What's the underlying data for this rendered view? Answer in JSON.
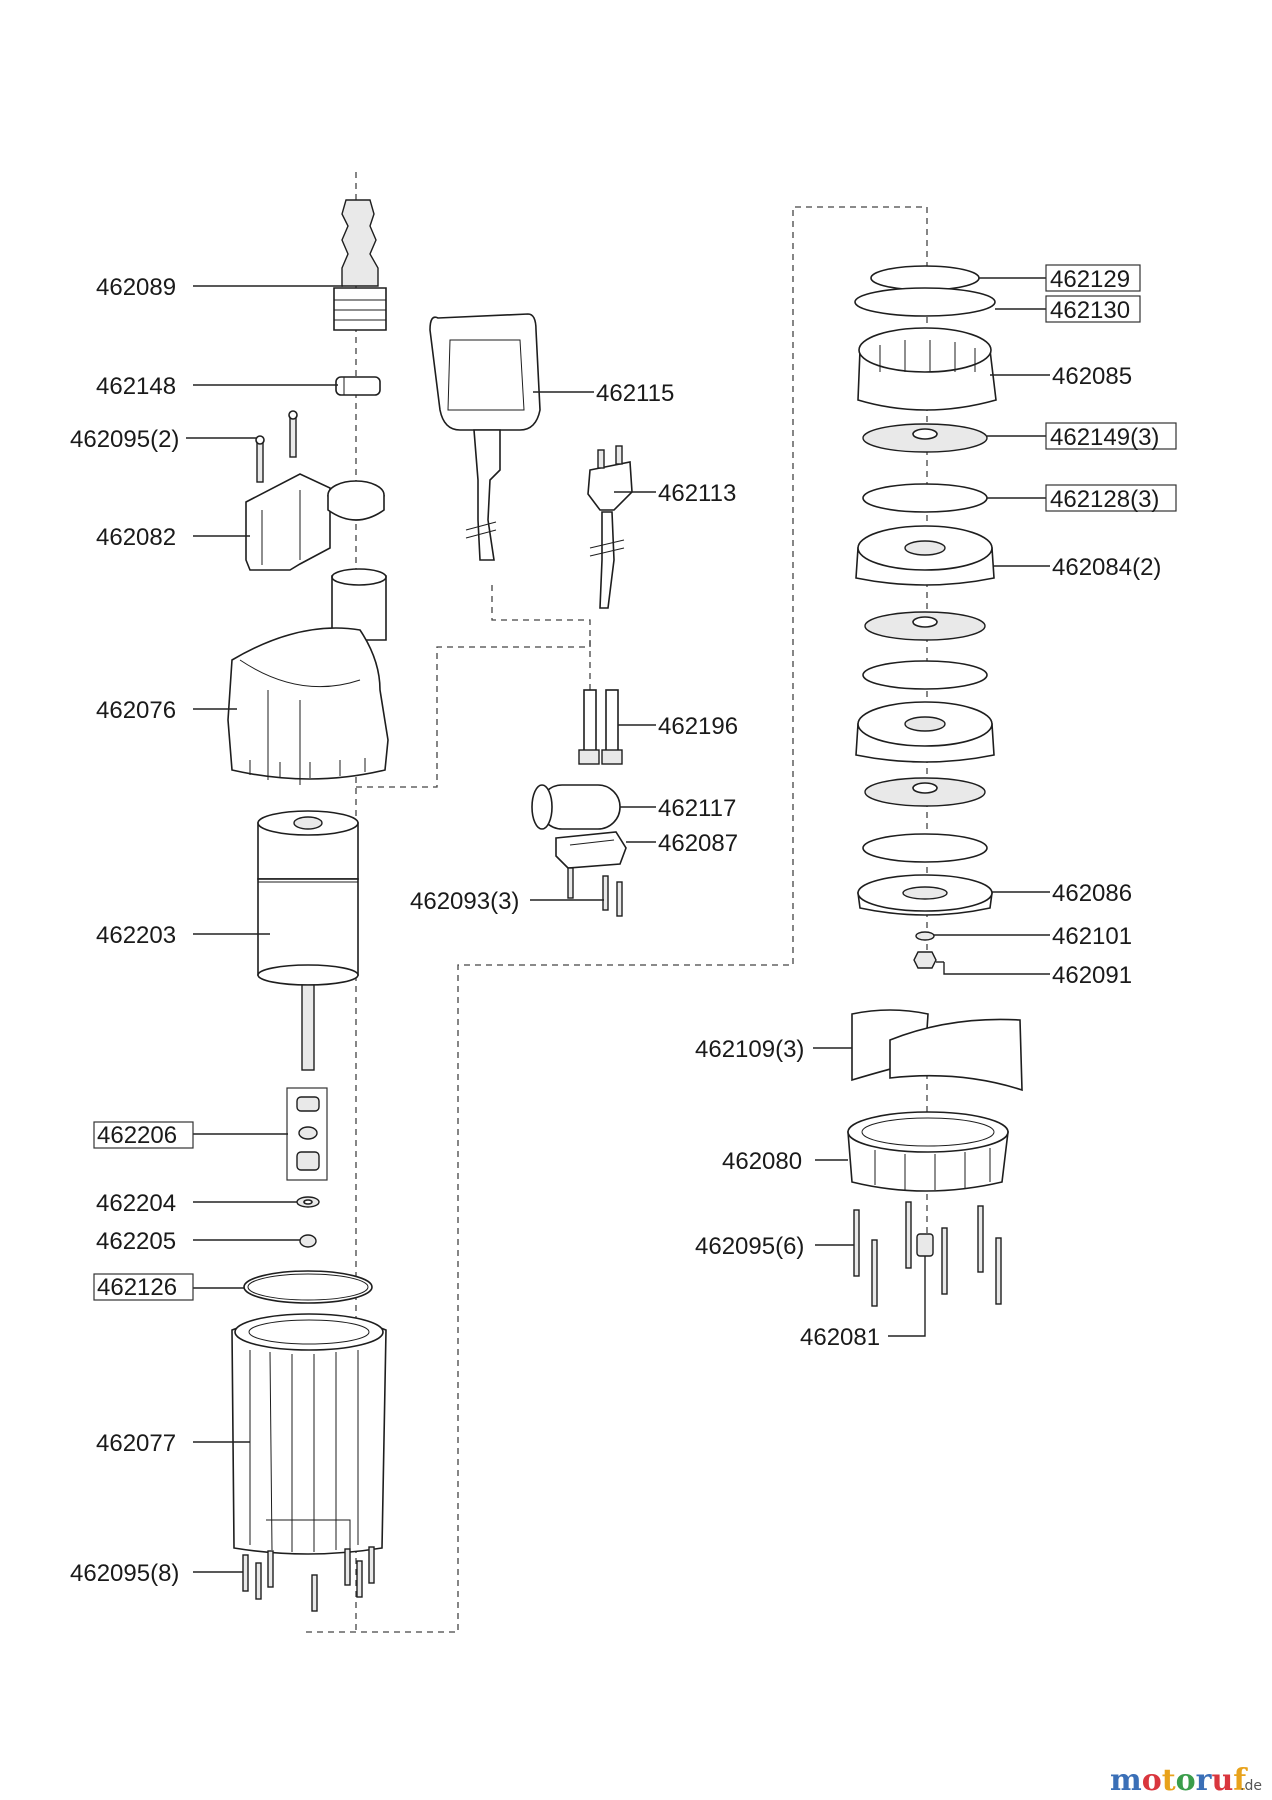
{
  "parts": [
    {
      "id": "p1",
      "label": "462089"
    },
    {
      "id": "p2",
      "label": "462148"
    },
    {
      "id": "p3",
      "label": "462095(2)"
    },
    {
      "id": "p4",
      "label": "462082"
    },
    {
      "id": "p5",
      "label": "462076"
    },
    {
      "id": "p6",
      "label": "462203"
    },
    {
      "id": "p7",
      "label": "462206"
    },
    {
      "id": "p8",
      "label": "462204"
    },
    {
      "id": "p9",
      "label": "462205"
    },
    {
      "id": "p10",
      "label": "462126"
    },
    {
      "id": "p11",
      "label": "462077"
    },
    {
      "id": "p12",
      "label": "462095(8)"
    },
    {
      "id": "p13",
      "label": "462115"
    },
    {
      "id": "p14",
      "label": "462113"
    },
    {
      "id": "p15",
      "label": "462196"
    },
    {
      "id": "p16",
      "label": "462117"
    },
    {
      "id": "p17",
      "label": "462087"
    },
    {
      "id": "p18",
      "label": "462093(3)"
    },
    {
      "id": "p19",
      "label": "462129"
    },
    {
      "id": "p20",
      "label": "462130"
    },
    {
      "id": "p21",
      "label": "462085"
    },
    {
      "id": "p22",
      "label": "462149(3)"
    },
    {
      "id": "p23",
      "label": "462128(3)"
    },
    {
      "id": "p24",
      "label": "462084(2)"
    },
    {
      "id": "p25",
      "label": "462086"
    },
    {
      "id": "p26",
      "label": "462101"
    },
    {
      "id": "p27",
      "label": "462091"
    },
    {
      "id": "p28",
      "label": "462109(3)"
    },
    {
      "id": "p29",
      "label": "462080"
    },
    {
      "id": "p30",
      "label": "462095(6)"
    },
    {
      "id": "p31",
      "label": "462081"
    }
  ],
  "watermark": {
    "brand": "motoruf",
    "suffix": ".de",
    "colors": [
      "#3a6fb7",
      "#d9363e",
      "#e8a21b",
      "#3a9d4b"
    ]
  }
}
